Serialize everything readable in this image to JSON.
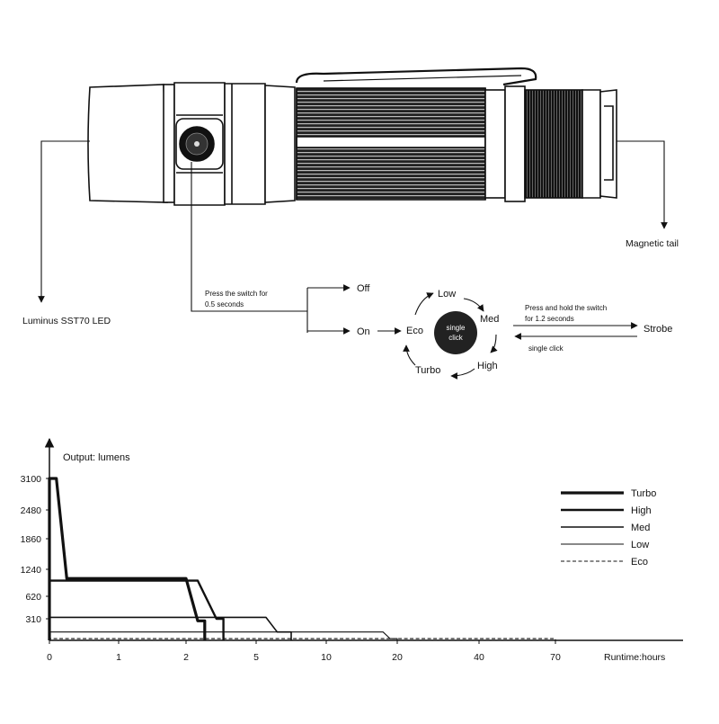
{
  "flashlight": {
    "callout_led": "Luminus SST70 LED",
    "callout_tail": "Magnetic tail"
  },
  "modes": {
    "press_instruction": [
      "Press the switch for",
      "0.5 seconds"
    ],
    "off_label": "Off",
    "on_label": "On",
    "cycle": [
      "Low",
      "Med",
      "High",
      "Turbo",
      "Eco"
    ],
    "center_label": [
      "single",
      "click"
    ],
    "hold_instruction": [
      "Press and hold the switch",
      "for 1.2 seconds"
    ],
    "strobe_label": "Strobe",
    "single_click_label": "single click"
  },
  "chart_data": {
    "type": "line",
    "ylabel": "Output: lumens",
    "xlabel": "Runtime:hours",
    "y_ticks": [
      310,
      620,
      1240,
      1860,
      2480,
      3100
    ],
    "x_ticks": [
      "0",
      "1",
      "2",
      "5",
      "10",
      "20",
      "40",
      "70"
    ],
    "x_tick_values": [
      0,
      1,
      2,
      5,
      10,
      20,
      40,
      70
    ],
    "legend_position": "top-right",
    "series": [
      {
        "name": "Turbo",
        "points": [
          [
            0,
            0
          ],
          [
            0,
            3100
          ],
          [
            0.1,
            3100
          ],
          [
            0.25,
            1030
          ],
          [
            2,
            1030
          ],
          [
            2.5,
            280
          ],
          [
            2.8,
            280
          ],
          [
            2.8,
            0
          ]
        ]
      },
      {
        "name": "High",
        "points": [
          [
            0,
            0
          ],
          [
            0,
            980
          ],
          [
            2.5,
            980
          ],
          [
            3.3,
            310
          ],
          [
            3.6,
            310
          ],
          [
            3.6,
            0
          ]
        ]
      },
      {
        "name": "Med",
        "points": [
          [
            0,
            0
          ],
          [
            0,
            330
          ],
          [
            5.7,
            330
          ],
          [
            6.5,
            120
          ],
          [
            7.5,
            120
          ],
          [
            7.5,
            0
          ]
        ]
      },
      {
        "name": "Low",
        "points": [
          [
            0,
            0
          ],
          [
            0,
            120
          ],
          [
            18,
            120
          ],
          [
            19,
            25
          ],
          [
            20,
            25
          ],
          [
            20,
            0
          ]
        ]
      },
      {
        "name": "Eco",
        "points": [
          [
            0,
            0
          ],
          [
            0,
            25
          ],
          [
            70,
            25
          ],
          [
            70,
            0
          ]
        ]
      }
    ]
  }
}
